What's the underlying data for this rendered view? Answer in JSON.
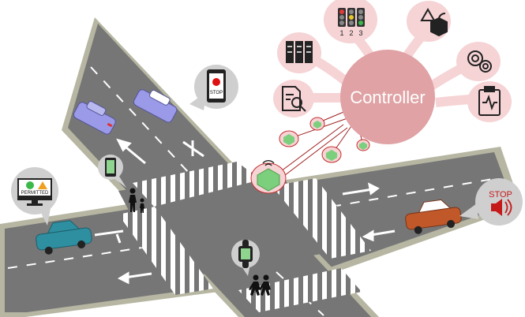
{
  "controller": {
    "label": "Controller"
  },
  "traffic_light": {
    "labels": [
      "1",
      "2",
      "3"
    ]
  },
  "phone_notice": {
    "label": "STOP"
  },
  "roadside_sign": {
    "label": "STOP"
  },
  "monitor_screen": {
    "label": "PERMITTED"
  },
  "colors": {
    "controller_fill": "#e0a2a4",
    "controller_text": "#ffffff",
    "bubble_fill": "#f6d3d5",
    "road": "#767676",
    "road_edge": "#b6b6a2",
    "sensor": "#7ccf7c",
    "link_line": "#a02020",
    "car_blue": "#9a9ae8",
    "car_teal": "#2e8fa0",
    "car_orange": "#c0582a",
    "stop_red": "#c51a1a"
  },
  "icons": [
    "server-rack-icon",
    "document-search-icon",
    "traffic-light-icon",
    "geometric-shapes-icon",
    "gears-icon",
    "clipboard-chart-icon",
    "smartphone-stop-icon",
    "smartphone-walk-icon",
    "smartwatch-walk-icon",
    "speaker-icon",
    "monitor-icon",
    "pedestrian-adult-child-icon",
    "pedestrians-walking-icon",
    "wireless-sensor-icon"
  ]
}
